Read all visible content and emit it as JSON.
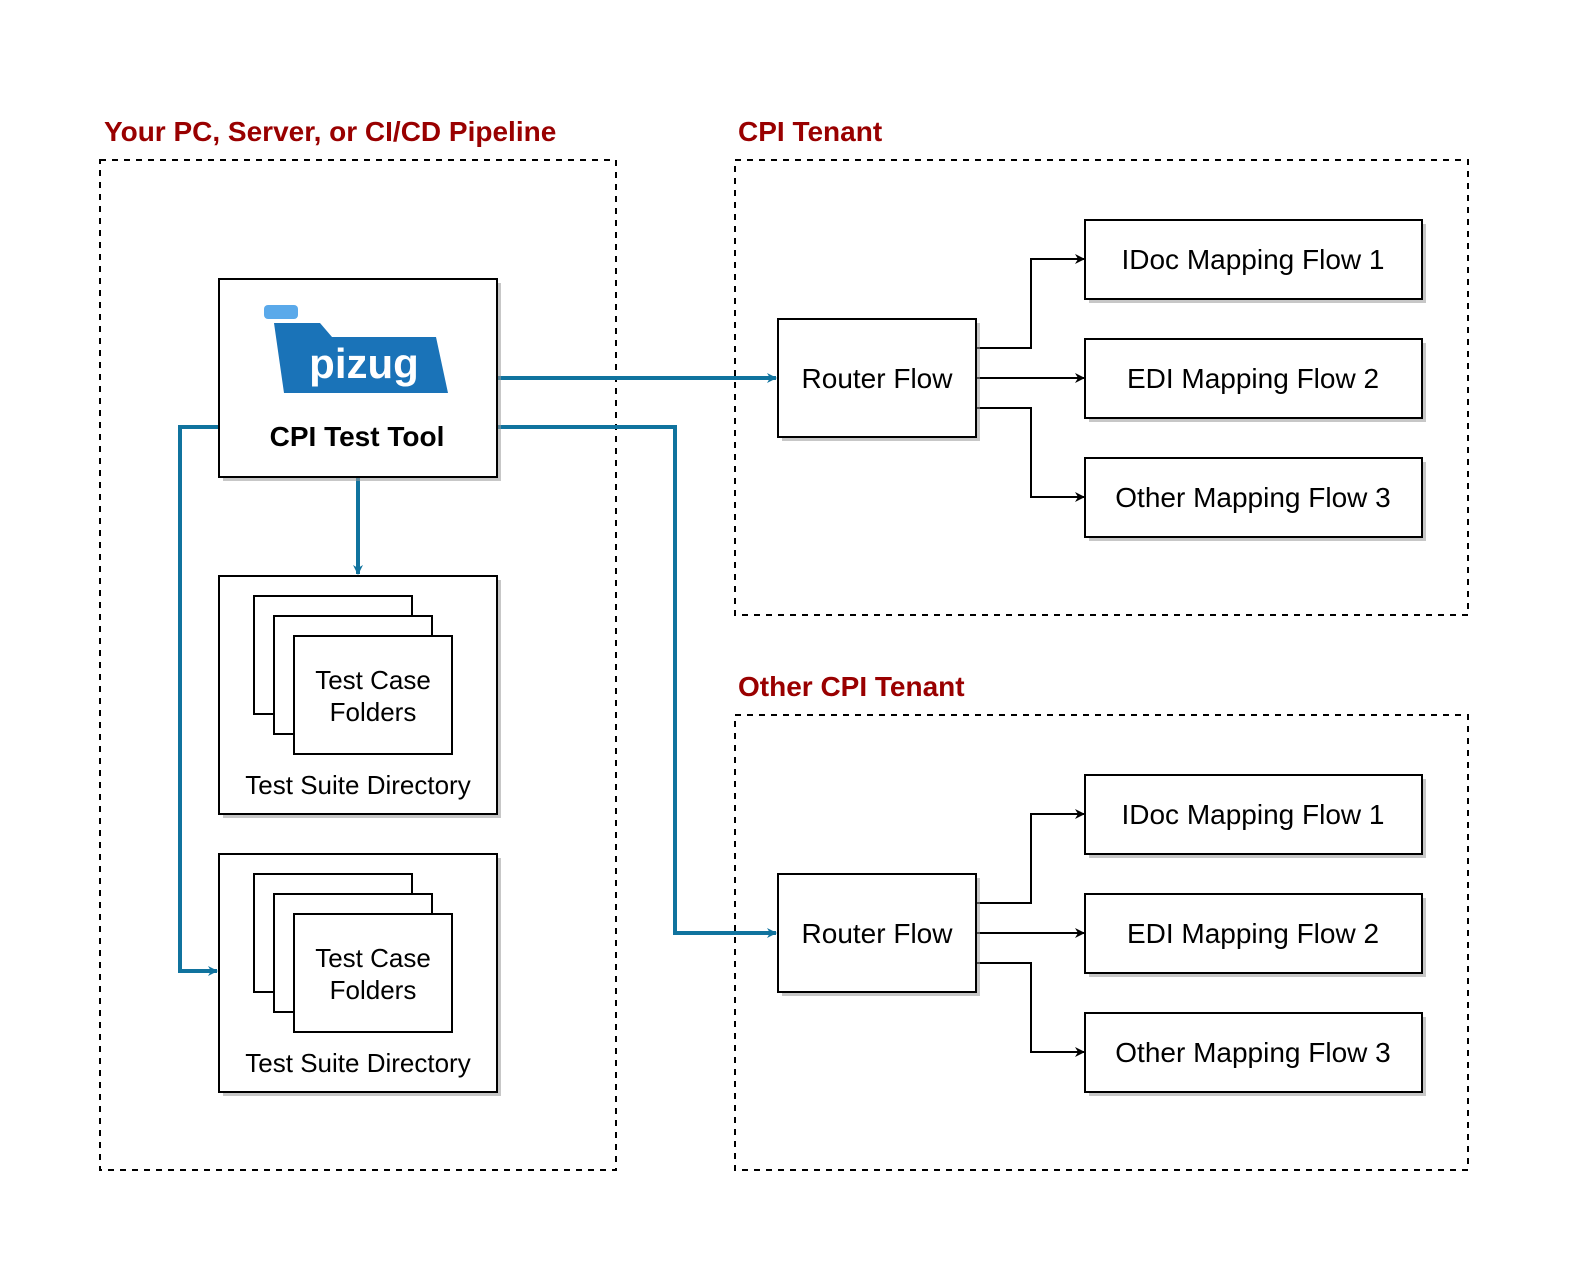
{
  "groups": {
    "local": {
      "title": "Your PC, Server, or CI/CD Pipeline"
    },
    "tenant": {
      "title": "CPI Tenant"
    },
    "other_tenant": {
      "title": "Other CPI Tenant"
    }
  },
  "tool": {
    "logo_text": "pizug",
    "title": "CPI Test Tool"
  },
  "suites": [
    {
      "folders_line1": "Test Case",
      "folders_line2": "Folders",
      "label": "Test Suite Directory"
    },
    {
      "folders_line1": "Test Case",
      "folders_line2": "Folders",
      "label": "Test Suite Directory"
    }
  ],
  "tenant": {
    "router": "Router Flow",
    "flows": [
      "IDoc Mapping Flow 1",
      "EDI Mapping Flow 2",
      "Other Mapping Flow 3"
    ]
  },
  "other_tenant": {
    "router": "Router Flow",
    "flows": [
      "IDoc Mapping Flow 1",
      "EDI Mapping Flow 2",
      "Other Mapping Flow 3"
    ]
  },
  "colors": {
    "group_title": "#990000",
    "connector_blue": "#10739e",
    "logo_blue": "#1a73b8",
    "logo_tab": "#5aa9ea"
  }
}
